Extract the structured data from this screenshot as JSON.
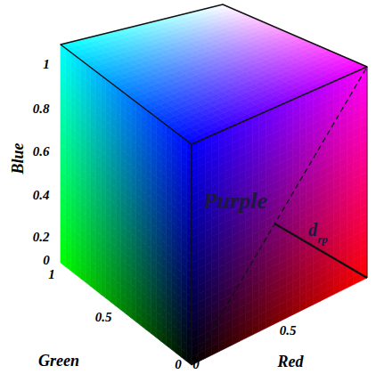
{
  "diagram": {
    "labels": [
      "1",
      "0.8",
      "0.6",
      "0.4",
      "0.2",
      "0",
      "Blue",
      "1",
      "0.5",
      "0",
      "Green",
      "0",
      "0.5",
      "Red",
      "Purple",
      "d",
      "rp"
    ]
  }
}
